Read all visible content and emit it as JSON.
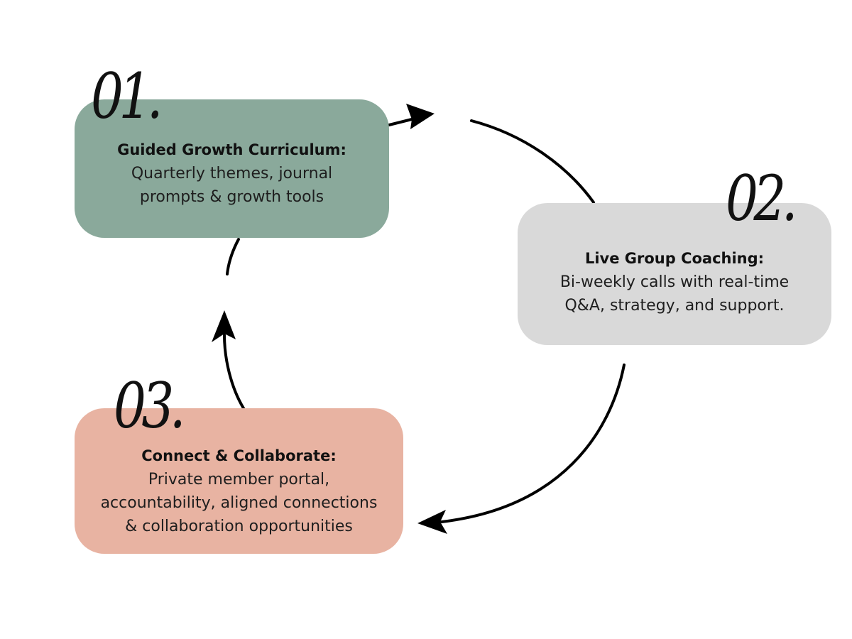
{
  "steps": [
    {
      "number": "01.",
      "heading": "Guided Growth Curriculum:",
      "lines": [
        "Quarterly themes, journal",
        "prompts & growth tools"
      ],
      "color": "#8aa99b"
    },
    {
      "number": "02.",
      "heading": "Live Group Coaching:",
      "lines": [
        "Bi-weekly calls with real-time",
        "Q&A, strategy, and support."
      ],
      "color": "#d9d9d9"
    },
    {
      "number": "03.",
      "heading": "Connect & Collaborate:",
      "lines": [
        "Private member portal,",
        "accountability, aligned connections",
        "& collaboration opportunities"
      ],
      "color": "#e8b3a2"
    }
  ],
  "arrow_color": "#000000"
}
